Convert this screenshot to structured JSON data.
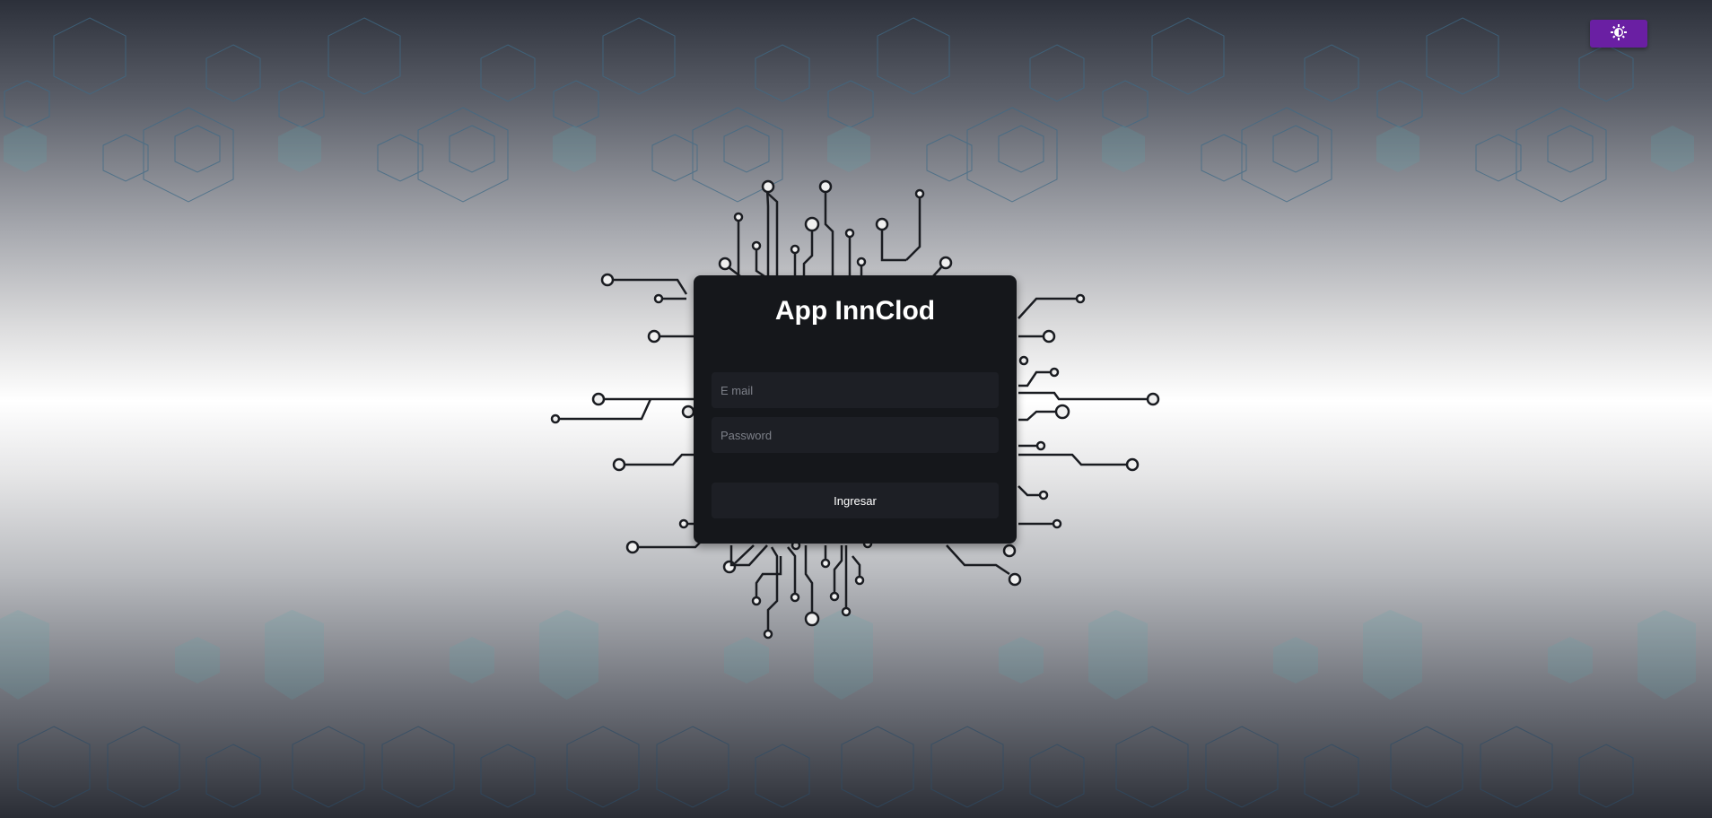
{
  "app": {
    "title": "App InnClod"
  },
  "theme_toggle": {
    "icon": "brightness-contrast-icon",
    "color": "#6a1fa3"
  },
  "login_form": {
    "email_placeholder": "E mail",
    "email_value": "",
    "password_placeholder": "Password",
    "password_value": "",
    "submit_label": "Ingresar"
  },
  "colors": {
    "card_background": "#15171b",
    "field_background": "#1d1f25",
    "accent": "#6a1fa3"
  }
}
